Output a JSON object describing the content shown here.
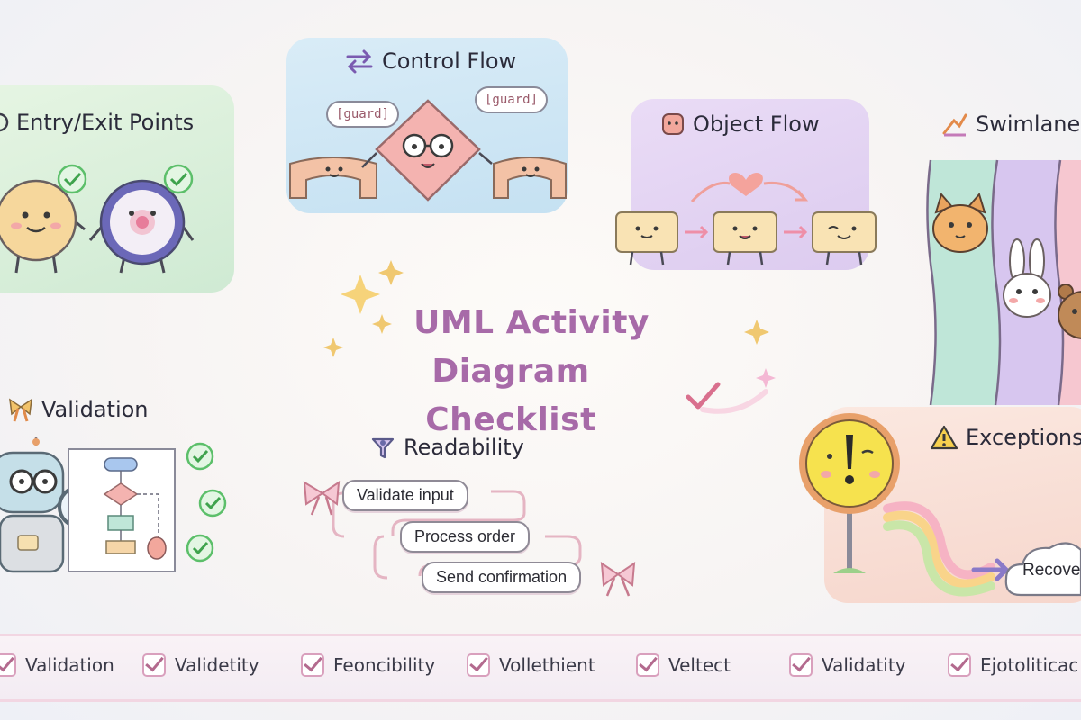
{
  "title": {
    "line1": "UML Activity",
    "line2": "Diagram Checklist"
  },
  "panels": {
    "entry_exit": {
      "title": "Entry/Exit Points"
    },
    "control_flow": {
      "title": "Control Flow",
      "guard_left": "[guard]",
      "guard_right": "[guard]"
    },
    "object_flow": {
      "title": "Object Flow"
    },
    "swimlanes": {
      "title": "Swimlanes"
    },
    "validation": {
      "title": "Validation"
    },
    "readability": {
      "title": "Readability",
      "steps": [
        "Validate input",
        "Process order",
        "Send confirmation"
      ]
    },
    "exceptions": {
      "title": "Exceptions",
      "recover_label": "Recover"
    }
  },
  "checklist": [
    "Validation",
    "Validetity",
    "Feoncibility",
    "Vollethient",
    "Veltect",
    "Validatity",
    "Ejotoliticac"
  ],
  "colors": {
    "title": "#a76aa8",
    "entry_panel": "#d6efd6",
    "control_panel": "#cfe5f3",
    "object_panel": "#e4d6f3",
    "exception_panel": "#f9e1d8",
    "check_green": "#5cbf6a",
    "checkbox_pink": "#d9a0bd"
  },
  "icons": {
    "control_flow": "swap-arrows-icon",
    "object_flow": "cube-icon",
    "swimlanes": "lanes-icon",
    "validation": "ribbon-icon",
    "readability": "funnel-icon",
    "exceptions": "warning-icon"
  }
}
